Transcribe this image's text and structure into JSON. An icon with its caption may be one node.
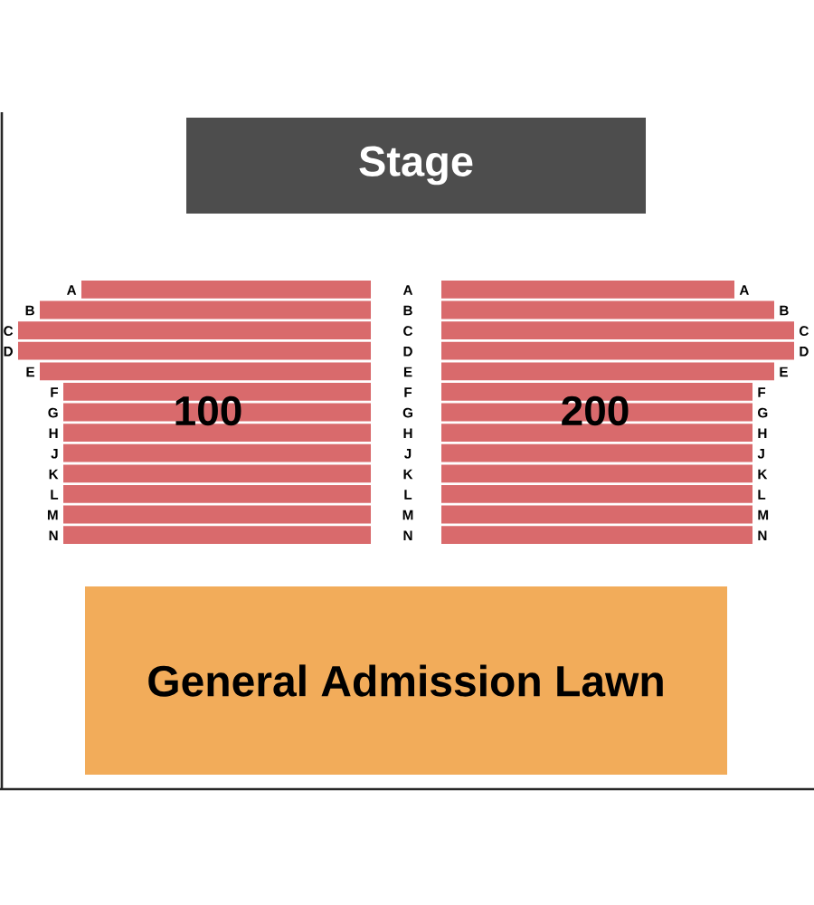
{
  "diagram": {
    "nodes": [
      {
        "text": [
          "Stage"
        ]
      },
      {
        "text": [
          "100"
        ]
      },
      {
        "text": [
          "200"
        ]
      },
      {
        "text": [
          "General Admission Lawn"
        ]
      }
    ],
    "labels": [
      "A",
      "A",
      "A",
      "B",
      "B",
      "B",
      "C",
      "C",
      "C",
      "D",
      "D",
      "D",
      "E",
      "E",
      "E",
      "F",
      "F",
      "F",
      "G",
      "G",
      "G",
      "H",
      "H",
      "H",
      "J",
      "J",
      "J",
      "K",
      "K",
      "K",
      "L",
      "L",
      "L",
      "M",
      "M",
      "M",
      "N",
      "N",
      "N"
    ]
  }
}
